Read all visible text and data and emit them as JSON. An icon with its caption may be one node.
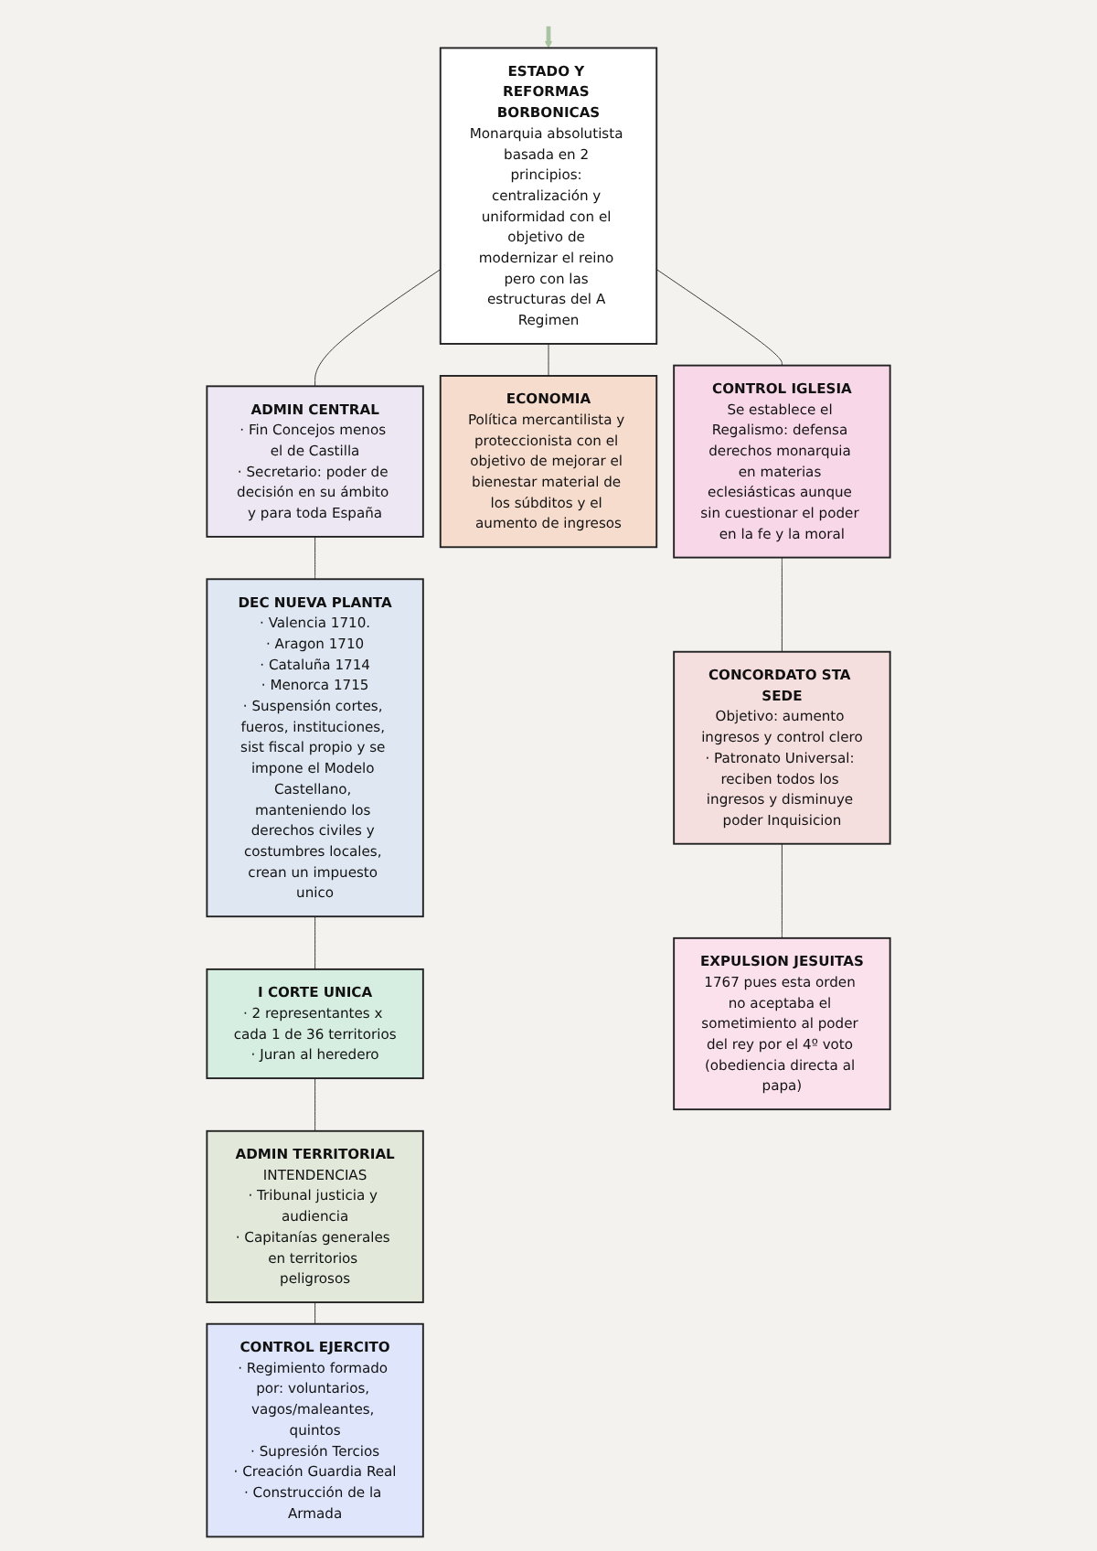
{
  "diagram": {
    "nodes": [
      {
        "text": [
          "ESTADO Y REFORMAS BORBONICAS",
          "Monarquia absolutista basada en 2 principios: centralización y uniformidad con el objetivo de modernizar el reino pero con las estructuras del A Regimen"
        ]
      },
      {
        "text": [
          "ADMIN CENTRAL",
          "· Fin Concejos menos el de Castilla",
          "· Secretario: poder de decisión en su ámbito y para toda España"
        ]
      },
      {
        "text": [
          "ECONOMIA",
          "Política mercantilista y proteccionista con el objetivo de mejorar el bienestar material de los súbditos y el aumento de ingresos"
        ]
      },
      {
        "text": [
          "CONTROL IGLESIA",
          "Se establece el Regalismo: defensa derechos monarquia en materias eclesiásticas aunque sin cuestionar el poder en la fe y la moral"
        ]
      },
      {
        "text": [
          "DEC NUEVA PLANTA",
          "· Valencia 1710.",
          "· Aragon 1710",
          "· Cataluña 1714",
          "· Menorca 1715",
          "· Suspensión cortes, fueros, instituciones, sist fiscal propio y se impone el Modelo Castellano, manteniendo los derechos civiles y costumbres locales, crean un impuesto unico"
        ]
      },
      {
        "text": [
          "I CORTE UNICA",
          "· 2 representantes x cada 1 de 36 territorios",
          "· Juran al heredero"
        ]
      },
      {
        "text": [
          "ADMIN TERRITORIAL",
          "INTENDENCIAS",
          "· Tribunal justicia y audiencia",
          "· Capitanías generales en territorios peligrosos"
        ]
      },
      {
        "text": [
          "CONTROL EJERCITO",
          "· Regimiento formado por: voluntarios, vagos/maleantes, quintos",
          "· Supresión Tercios",
          "· Creación Guardia Real",
          "· Construcción de la Armada"
        ]
      },
      {
        "text": [
          "CONCORDATO STA SEDE",
          "Objetivo: aumento ingresos y control clero",
          "· Patronato Universal: reciben todos los ingresos y disminuye poder Inquisicion"
        ]
      },
      {
        "text": [
          "EXPULSION JESUITAS",
          "1767 pues esta orden no aceptaba el sometimiento al poder del rey por el 4º voto (obediencia directa al papa)"
        ]
      }
    ],
    "edges": [
      {
        "from": null,
        "to": 0,
        "arrow": "to",
        "style": "thick",
        "color": "#a9c4a0"
      },
      {
        "from": 0,
        "to": 1,
        "arrow": "none"
      },
      {
        "from": 0,
        "to": 2,
        "arrow": "none"
      },
      {
        "from": 0,
        "to": 3,
        "arrow": "none"
      },
      {
        "from": 1,
        "to": 4,
        "arrow": "none"
      },
      {
        "from": 4,
        "to": 5,
        "arrow": "none"
      },
      {
        "from": 5,
        "to": 6,
        "arrow": "none"
      },
      {
        "from": 6,
        "to": 7,
        "arrow": "none"
      },
      {
        "from": 3,
        "to": 8,
        "arrow": "none"
      },
      {
        "from": 8,
        "to": 9,
        "arrow": "none"
      }
    ]
  }
}
